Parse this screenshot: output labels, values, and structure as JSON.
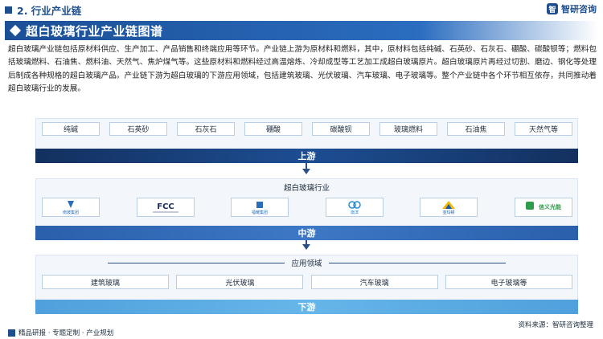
{
  "header": {
    "section": "2. 行业产业链",
    "brand": "智研咨询",
    "brand_mark": "智"
  },
  "title": "超白玻璃行业产业链图谱",
  "intro": "超白玻璃产业链包括原材料供应、生产加工、产品销售和终端应用等环节。产业链上游为原材料和燃料，其中，原材料包括纯碱、石英砂、石灰石、硼酸、碳酸钡等；燃料包括玻璃燃料、石油焦、燃料油、天然气、焦炉煤气等。这些原材料和燃料经过高温熔炼、冷却成型等工艺加工成超白玻璃原片。超白玻璃原片再经过切割、磨边、钢化等处理后制成各种规格的超白玻璃产品。产业链下游为超白玻璃的下游应用领域，包括建筑玻璃、光伏玻璃、汽车玻璃、电子玻璃等。整个产业链中各个环节相互依存，共同推动着超白玻璃行业的发展。",
  "upstream": {
    "materials": [
      "纯碱",
      "石英砂",
      "石灰石",
      "硼酸",
      "碳酸钡",
      "玻璃燃料",
      "石油焦",
      "天然气等"
    ],
    "band": "上游"
  },
  "midstream": {
    "label": "超白玻璃行业",
    "band": "中游",
    "logos": [
      {
        "name": "company-logo-1",
        "text": "南玻集团"
      },
      {
        "name": "company-logo-fcc",
        "text": "FCC"
      },
      {
        "name": "company-logo-3",
        "text": "福耀集团"
      },
      {
        "name": "company-logo-4",
        "text": "旗滨"
      },
      {
        "name": "company-logo-5",
        "text": "亚玛顿"
      },
      {
        "name": "company-logo-6",
        "text": "信义光能"
      }
    ]
  },
  "downstream": {
    "label": "应用领域",
    "band": "下游",
    "apps": [
      "建筑玻璃",
      "光伏玻璃",
      "汽车玻璃",
      "电子玻璃等"
    ]
  },
  "footer": {
    "left": "精品研报 · 专题定制 · 产业规划",
    "right": "资料来源：智研咨询整理"
  },
  "colors": {
    "primary": "#1f4e8c",
    "band_up": "#1d4e93",
    "band_mid": "#3d78c6",
    "band_down": "#66b6ea"
  }
}
